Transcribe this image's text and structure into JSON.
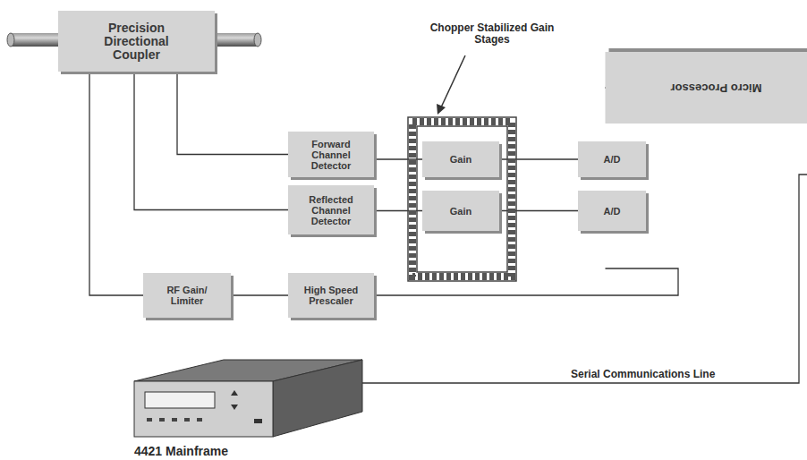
{
  "diagram": {
    "nodes": [
      {
        "text": [
          "Precision Directional Coupler"
        ]
      },
      {
        "text": [
          "Chopper Stabilized Gain Stages"
        ]
      },
      {
        "text": [
          "Forward Channel Detector"
        ]
      },
      {
        "text": [
          "Gain"
        ],
        "in": 1
      },
      {
        "text": [
          "A/D"
        ]
      },
      {
        "text": [
          "Reflected Channel Detector"
        ]
      },
      {
        "text": [
          "Gain"
        ],
        "in": 1
      },
      {
        "text": [
          "A/D"
        ]
      },
      {
        "text": [
          "Micro Processor"
        ]
      },
      {
        "text": [
          "RF Gain/ Limiter"
        ]
      },
      {
        "text": [
          "High Speed Prescaler"
        ]
      },
      {
        "text": [
          "4421 Mainframe"
        ]
      }
    ],
    "edges": [
      {
        "from": 0,
        "to": 2,
        "arrow": "none"
      },
      {
        "from": 0,
        "to": 5,
        "arrow": "none"
      },
      {
        "from": 0,
        "to": 9,
        "arrow": "none"
      },
      {
        "from": 2,
        "to": 3,
        "arrow": "none"
      },
      {
        "from": 3,
        "to": 4,
        "arrow": "none"
      },
      {
        "from": 4,
        "to": 8,
        "arrow": "none"
      },
      {
        "from": 5,
        "to": 6,
        "arrow": "none"
      },
      {
        "from": 6,
        "to": 7,
        "arrow": "none"
      },
      {
        "from": 7,
        "to": 8,
        "arrow": "none"
      },
      {
        "from": 9,
        "to": 10,
        "arrow": "none"
      },
      {
        "from": 10,
        "to": 8,
        "arrow": "none"
      },
      {
        "from": 11,
        "to": 8,
        "label": "Serial Communications Line",
        "arrow": "none"
      }
    ]
  }
}
